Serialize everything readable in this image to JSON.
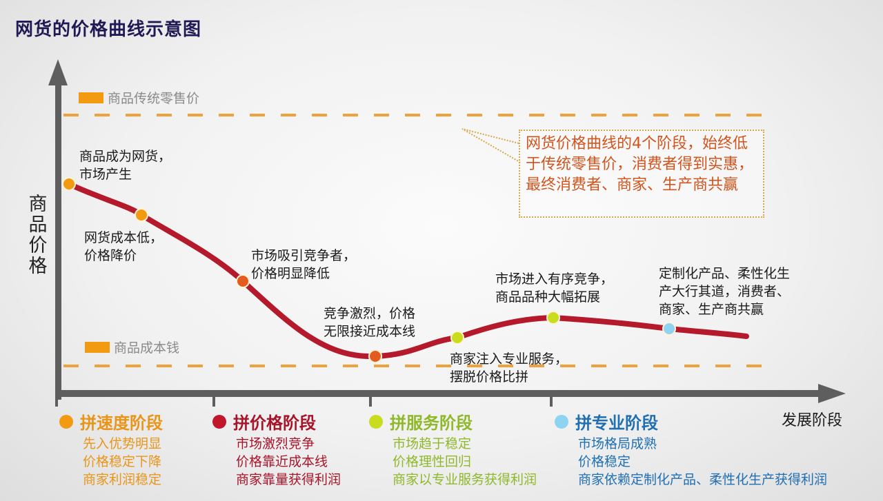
{
  "title": "网货的价格曲线示意图",
  "y_axis_label": "商品价格",
  "x_axis_label": "发展阶段",
  "reference_lines": {
    "retail": {
      "label": "商品传统零售价",
      "color": "#f29a12"
    },
    "cost": {
      "label": "商品成本钱",
      "color": "#f29a12"
    }
  },
  "callout": "网货价格曲线的4个阶段，始终低于传统零售价，消费者得到实惠，最终消费者、商家、生产商共赢",
  "curve_color": "#b5192c",
  "annotations": [
    {
      "text": "商品成为网货，\n市场产生",
      "dot_color": "#f29a12"
    },
    {
      "text": "网货成本低，\n价格降价",
      "dot_color": "#f29a12"
    },
    {
      "text": "市场吸引竞争者，\n价格明显降低",
      "dot_color": "#e35b1f"
    },
    {
      "text": "竞争激烈，价格\n无限接近成本线",
      "dot_color": "#e35b1f"
    },
    {
      "text": "商家注入专业服务，\n摆脱价格比拼",
      "dot_color": "#c9dc1e"
    },
    {
      "text": "市场进入有序竞争，\n商品品种大幅拓展",
      "dot_color": "#c9dc1e"
    },
    {
      "text": "定制化产品、柔性化生\n产大行其道，消费者、\n商家、生产商共赢",
      "dot_color": "#8fd3f2"
    }
  ],
  "stages": [
    {
      "name": "拼速度阶段",
      "dot_color": "#f29a12",
      "color": "#e8951a",
      "lines": "先入优势明显\n价格稳定下降\n商家利润稳定"
    },
    {
      "name": "拼价格阶段",
      "dot_color": "#c0172c",
      "color": "#a8142a",
      "lines": "市场激烈竞争\n价格靠近成本线\n商家靠量获得利润"
    },
    {
      "name": "拼服务阶段",
      "dot_color": "#c9dc1e",
      "color": "#8fb82a",
      "lines": "市场趋于稳定\n价格理性回归\n商家以专业服务获得利润"
    },
    {
      "name": "拼专业阶段",
      "dot_color": "#8fd3f2",
      "color": "#1f6fb2",
      "lines": "市场格局成熟\n价格稳定\n商家依赖定制化产品、柔性化生产获得利润"
    }
  ]
}
